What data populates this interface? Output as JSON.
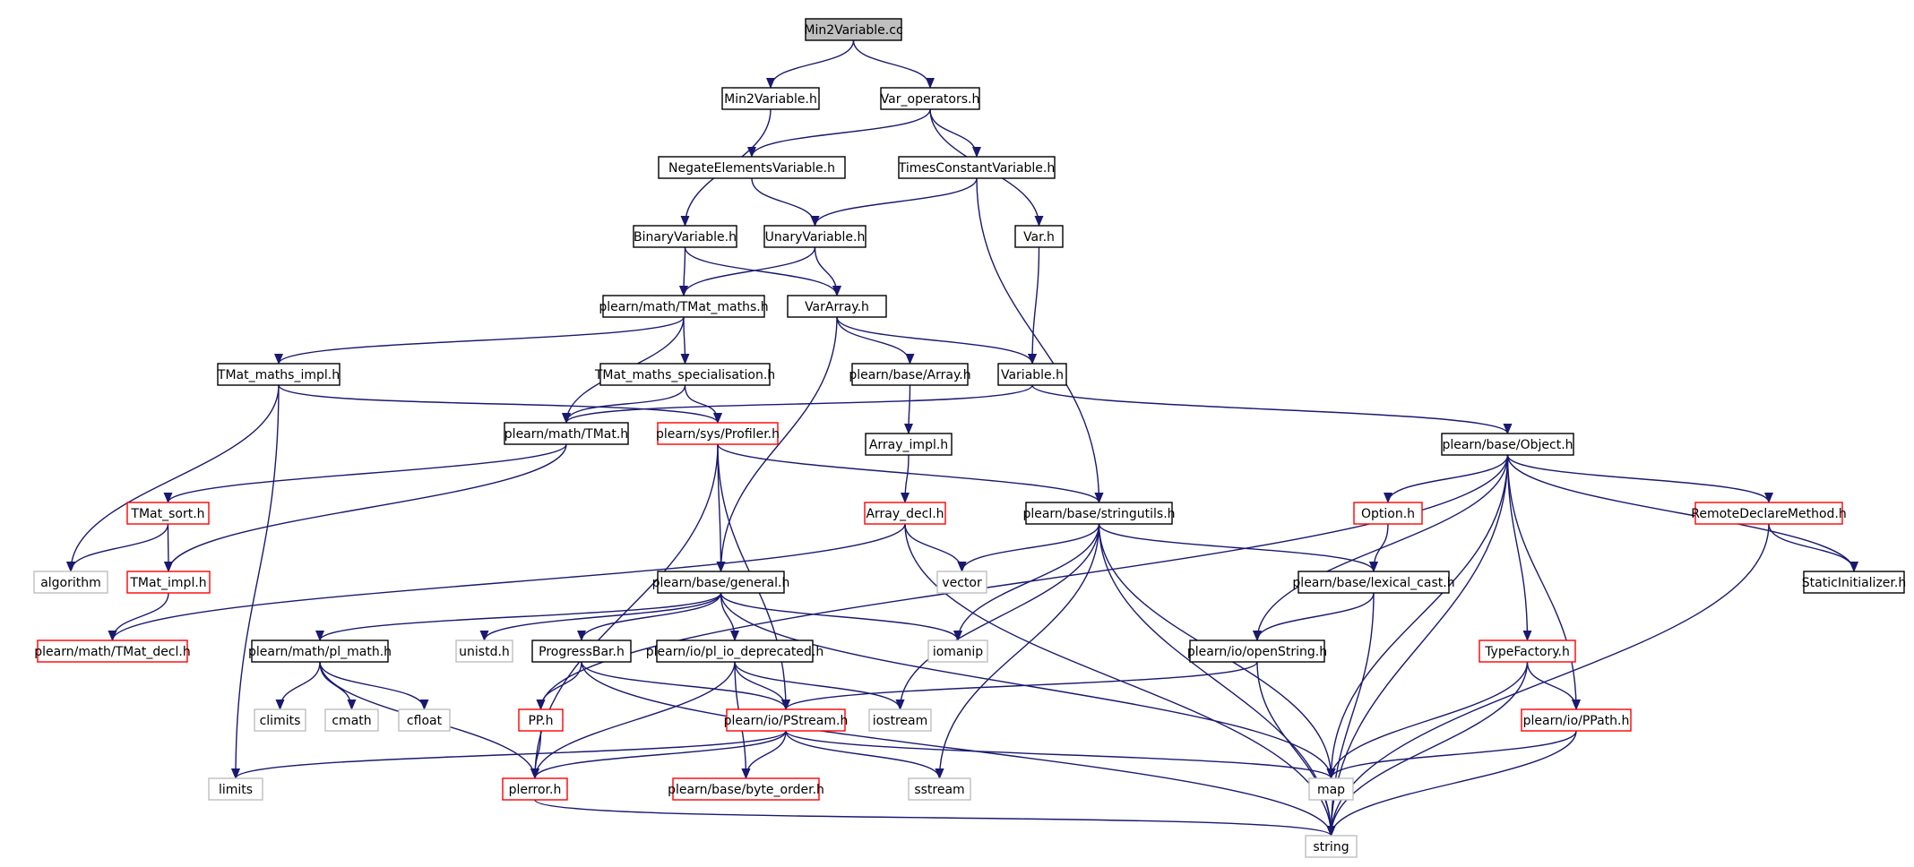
{
  "colors": {
    "edge": "#191970",
    "border_normal": "#000000",
    "border_truncated": "#ff0000",
    "border_system": "#bfbfbf",
    "root_fill": "#bfbfbf",
    "node_fill": "#ffffff"
  },
  "nodes": [
    {
      "id": "n0",
      "label": "Min2Variable.cc",
      "kind": "root"
    },
    {
      "id": "n1",
      "label": "Min2Variable.h",
      "kind": "normal"
    },
    {
      "id": "n2",
      "label": "Var_operators.h",
      "kind": "normal"
    },
    {
      "id": "n3",
      "label": "NegateElementsVariable.h",
      "kind": "normal"
    },
    {
      "id": "n4",
      "label": "TimesConstantVariable.h",
      "kind": "normal"
    },
    {
      "id": "n5",
      "label": "BinaryVariable.h",
      "kind": "normal"
    },
    {
      "id": "n6",
      "label": "UnaryVariable.h",
      "kind": "normal"
    },
    {
      "id": "n7",
      "label": "Var.h",
      "kind": "normal"
    },
    {
      "id": "n8",
      "label": "plearn/math/TMat_maths.h",
      "kind": "normal"
    },
    {
      "id": "n9",
      "label": "VarArray.h",
      "kind": "normal"
    },
    {
      "id": "n10",
      "label": "TMat_maths_impl.h",
      "kind": "normal"
    },
    {
      "id": "n11",
      "label": "TMat_maths_specialisation.h",
      "kind": "normal"
    },
    {
      "id": "n12",
      "label": "plearn/base/Array.h",
      "kind": "normal"
    },
    {
      "id": "n13",
      "label": "Variable.h",
      "kind": "normal"
    },
    {
      "id": "n14",
      "label": "plearn/math/TMat.h",
      "kind": "normal"
    },
    {
      "id": "n15",
      "label": "plearn/sys/Profiler.h",
      "kind": "truncated"
    },
    {
      "id": "n16",
      "label": "Array_impl.h",
      "kind": "normal"
    },
    {
      "id": "n17",
      "label": "plearn/base/Object.h",
      "kind": "normal"
    },
    {
      "id": "n18",
      "label": "TMat_sort.h",
      "kind": "truncated"
    },
    {
      "id": "n19",
      "label": "Array_decl.h",
      "kind": "truncated"
    },
    {
      "id": "n20",
      "label": "plearn/base/stringutils.h",
      "kind": "normal"
    },
    {
      "id": "n21",
      "label": "Option.h",
      "kind": "truncated"
    },
    {
      "id": "n22",
      "label": "RemoteDeclareMethod.h",
      "kind": "truncated"
    },
    {
      "id": "n23",
      "label": "algorithm",
      "kind": "system"
    },
    {
      "id": "n24",
      "label": "TMat_impl.h",
      "kind": "truncated"
    },
    {
      "id": "n25",
      "label": "plearn/base/general.h",
      "kind": "normal"
    },
    {
      "id": "n26",
      "label": "vector",
      "kind": "system"
    },
    {
      "id": "n27",
      "label": "plearn/base/lexical_cast.h",
      "kind": "normal"
    },
    {
      "id": "n28",
      "label": "StaticInitializer.h",
      "kind": "normal"
    },
    {
      "id": "n29",
      "label": "plearn/math/TMat_decl.h",
      "kind": "truncated"
    },
    {
      "id": "n30",
      "label": "plearn/math/pl_math.h",
      "kind": "normal"
    },
    {
      "id": "n31",
      "label": "unistd.h",
      "kind": "system"
    },
    {
      "id": "n32",
      "label": "ProgressBar.h",
      "kind": "normal"
    },
    {
      "id": "n33",
      "label": "plearn/io/pl_io_deprecated.h",
      "kind": "normal"
    },
    {
      "id": "n34",
      "label": "iomanip",
      "kind": "system"
    },
    {
      "id": "n35",
      "label": "plearn/io/openString.h",
      "kind": "normal"
    },
    {
      "id": "n36",
      "label": "TypeFactory.h",
      "kind": "truncated"
    },
    {
      "id": "n37",
      "label": "climits",
      "kind": "system"
    },
    {
      "id": "n38",
      "label": "cmath",
      "kind": "system"
    },
    {
      "id": "n39",
      "label": "cfloat",
      "kind": "system"
    },
    {
      "id": "n40",
      "label": "PP.h",
      "kind": "truncated"
    },
    {
      "id": "n41",
      "label": "plearn/io/PStream.h",
      "kind": "truncated"
    },
    {
      "id": "n42",
      "label": "iostream",
      "kind": "system"
    },
    {
      "id": "n43",
      "label": "plearn/io/PPath.h",
      "kind": "truncated"
    },
    {
      "id": "n44",
      "label": "limits",
      "kind": "system"
    },
    {
      "id": "n45",
      "label": "plerror.h",
      "kind": "truncated"
    },
    {
      "id": "n46",
      "label": "plearn/base/byte_order.h",
      "kind": "truncated"
    },
    {
      "id": "n47",
      "label": "sstream",
      "kind": "system"
    },
    {
      "id": "n48",
      "label": "map",
      "kind": "system"
    },
    {
      "id": "n49",
      "label": "string",
      "kind": "system"
    }
  ],
  "edges": [
    [
      "n0",
      "n1"
    ],
    [
      "n0",
      "n2"
    ],
    [
      "n1",
      "n5"
    ],
    [
      "n2",
      "n3"
    ],
    [
      "n2",
      "n4"
    ],
    [
      "n2",
      "n7"
    ],
    [
      "n3",
      "n6"
    ],
    [
      "n4",
      "n6"
    ],
    [
      "n4",
      "n20"
    ],
    [
      "n5",
      "n8"
    ],
    [
      "n5",
      "n9"
    ],
    [
      "n6",
      "n8"
    ],
    [
      "n6",
      "n9"
    ],
    [
      "n7",
      "n13"
    ],
    [
      "n8",
      "n10"
    ],
    [
      "n8",
      "n11"
    ],
    [
      "n8",
      "n14"
    ],
    [
      "n9",
      "n12"
    ],
    [
      "n9",
      "n13"
    ],
    [
      "n9",
      "n25"
    ],
    [
      "n10",
      "n15"
    ],
    [
      "n10",
      "n23"
    ],
    [
      "n10",
      "n44"
    ],
    [
      "n11",
      "n14"
    ],
    [
      "n11",
      "n15"
    ],
    [
      "n12",
      "n16"
    ],
    [
      "n13",
      "n14"
    ],
    [
      "n13",
      "n17"
    ],
    [
      "n14",
      "n18"
    ],
    [
      "n14",
      "n24"
    ],
    [
      "n15",
      "n20"
    ],
    [
      "n15",
      "n25"
    ],
    [
      "n15",
      "n41"
    ],
    [
      "n15",
      "n45"
    ],
    [
      "n16",
      "n19"
    ],
    [
      "n17",
      "n21"
    ],
    [
      "n17",
      "n22"
    ],
    [
      "n17",
      "n28"
    ],
    [
      "n17",
      "n36"
    ],
    [
      "n17",
      "n43"
    ],
    [
      "n17",
      "n35"
    ],
    [
      "n17",
      "n40"
    ],
    [
      "n17",
      "n48"
    ],
    [
      "n17",
      "n49"
    ],
    [
      "n18",
      "n23"
    ],
    [
      "n18",
      "n24"
    ],
    [
      "n19",
      "n29"
    ],
    [
      "n19",
      "n26"
    ],
    [
      "n19",
      "n49"
    ],
    [
      "n20",
      "n26"
    ],
    [
      "n20",
      "n27"
    ],
    [
      "n20",
      "n34"
    ],
    [
      "n20",
      "n42"
    ],
    [
      "n20",
      "n47"
    ],
    [
      "n20",
      "n48"
    ],
    [
      "n20",
      "n49"
    ],
    [
      "n21",
      "n27"
    ],
    [
      "n22",
      "n28"
    ],
    [
      "n22",
      "n49"
    ],
    [
      "n24",
      "n29"
    ],
    [
      "n25",
      "n30"
    ],
    [
      "n25",
      "n31"
    ],
    [
      "n25",
      "n32"
    ],
    [
      "n25",
      "n33"
    ],
    [
      "n25",
      "n34"
    ],
    [
      "n25",
      "n48"
    ],
    [
      "n27",
      "n35"
    ],
    [
      "n27",
      "n49"
    ],
    [
      "n30",
      "n37"
    ],
    [
      "n30",
      "n38"
    ],
    [
      "n30",
      "n39"
    ],
    [
      "n30",
      "n45"
    ],
    [
      "n32",
      "n40"
    ],
    [
      "n32",
      "n41"
    ],
    [
      "n32",
      "n49"
    ],
    [
      "n33",
      "n41"
    ],
    [
      "n33",
      "n42"
    ],
    [
      "n33",
      "n45"
    ],
    [
      "n33",
      "n46"
    ],
    [
      "n35",
      "n41"
    ],
    [
      "n35",
      "n49"
    ],
    [
      "n36",
      "n43"
    ],
    [
      "n36",
      "n48"
    ],
    [
      "n36",
      "n49"
    ],
    [
      "n40",
      "n45"
    ],
    [
      "n41",
      "n44"
    ],
    [
      "n41",
      "n45"
    ],
    [
      "n41",
      "n46"
    ],
    [
      "n41",
      "n47"
    ],
    [
      "n41",
      "n48"
    ],
    [
      "n43",
      "n48"
    ],
    [
      "n43",
      "n49"
    ],
    [
      "n45",
      "n49"
    ]
  ]
}
